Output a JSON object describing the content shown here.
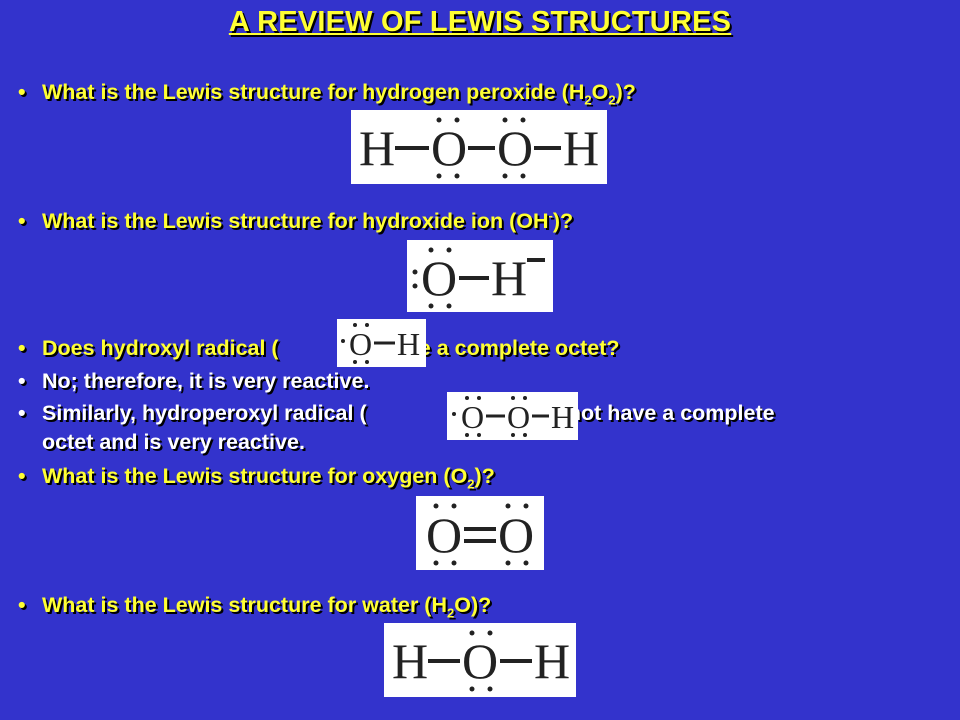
{
  "title": "A REVIEW OF LEWIS STRUCTURES",
  "bullet": "•",
  "q1": {
    "text": "What is the Lewis structure for hydrogen peroxide (H",
    "s1": "2",
    "mid": "O",
    "s2": "2",
    "end": ")?"
  },
  "q2": {
    "text": "What is the Lewis structure for hydroxide ion (OH",
    "sup": "-",
    "end": ")?"
  },
  "q3": {
    "pre": "Does hydroxyl radical (",
    "post": ") have a complete octet?"
  },
  "q4": {
    "text": "No; therefore, it is very reactive."
  },
  "q5": {
    "pre": "Similarly, hydroperoxyl radical (",
    "post": ") does not have a complete",
    "cont": "octet and is very reactive."
  },
  "q6": {
    "text": "What is the Lewis structure for oxygen (O",
    "s1": "2",
    "end": ")?"
  },
  "q7": {
    "text": "What is the Lewis structure for water (H",
    "s1": "2",
    "end": "O)?"
  },
  "atoms": {
    "H": "H",
    "O": "O",
    "minus": "−"
  }
}
